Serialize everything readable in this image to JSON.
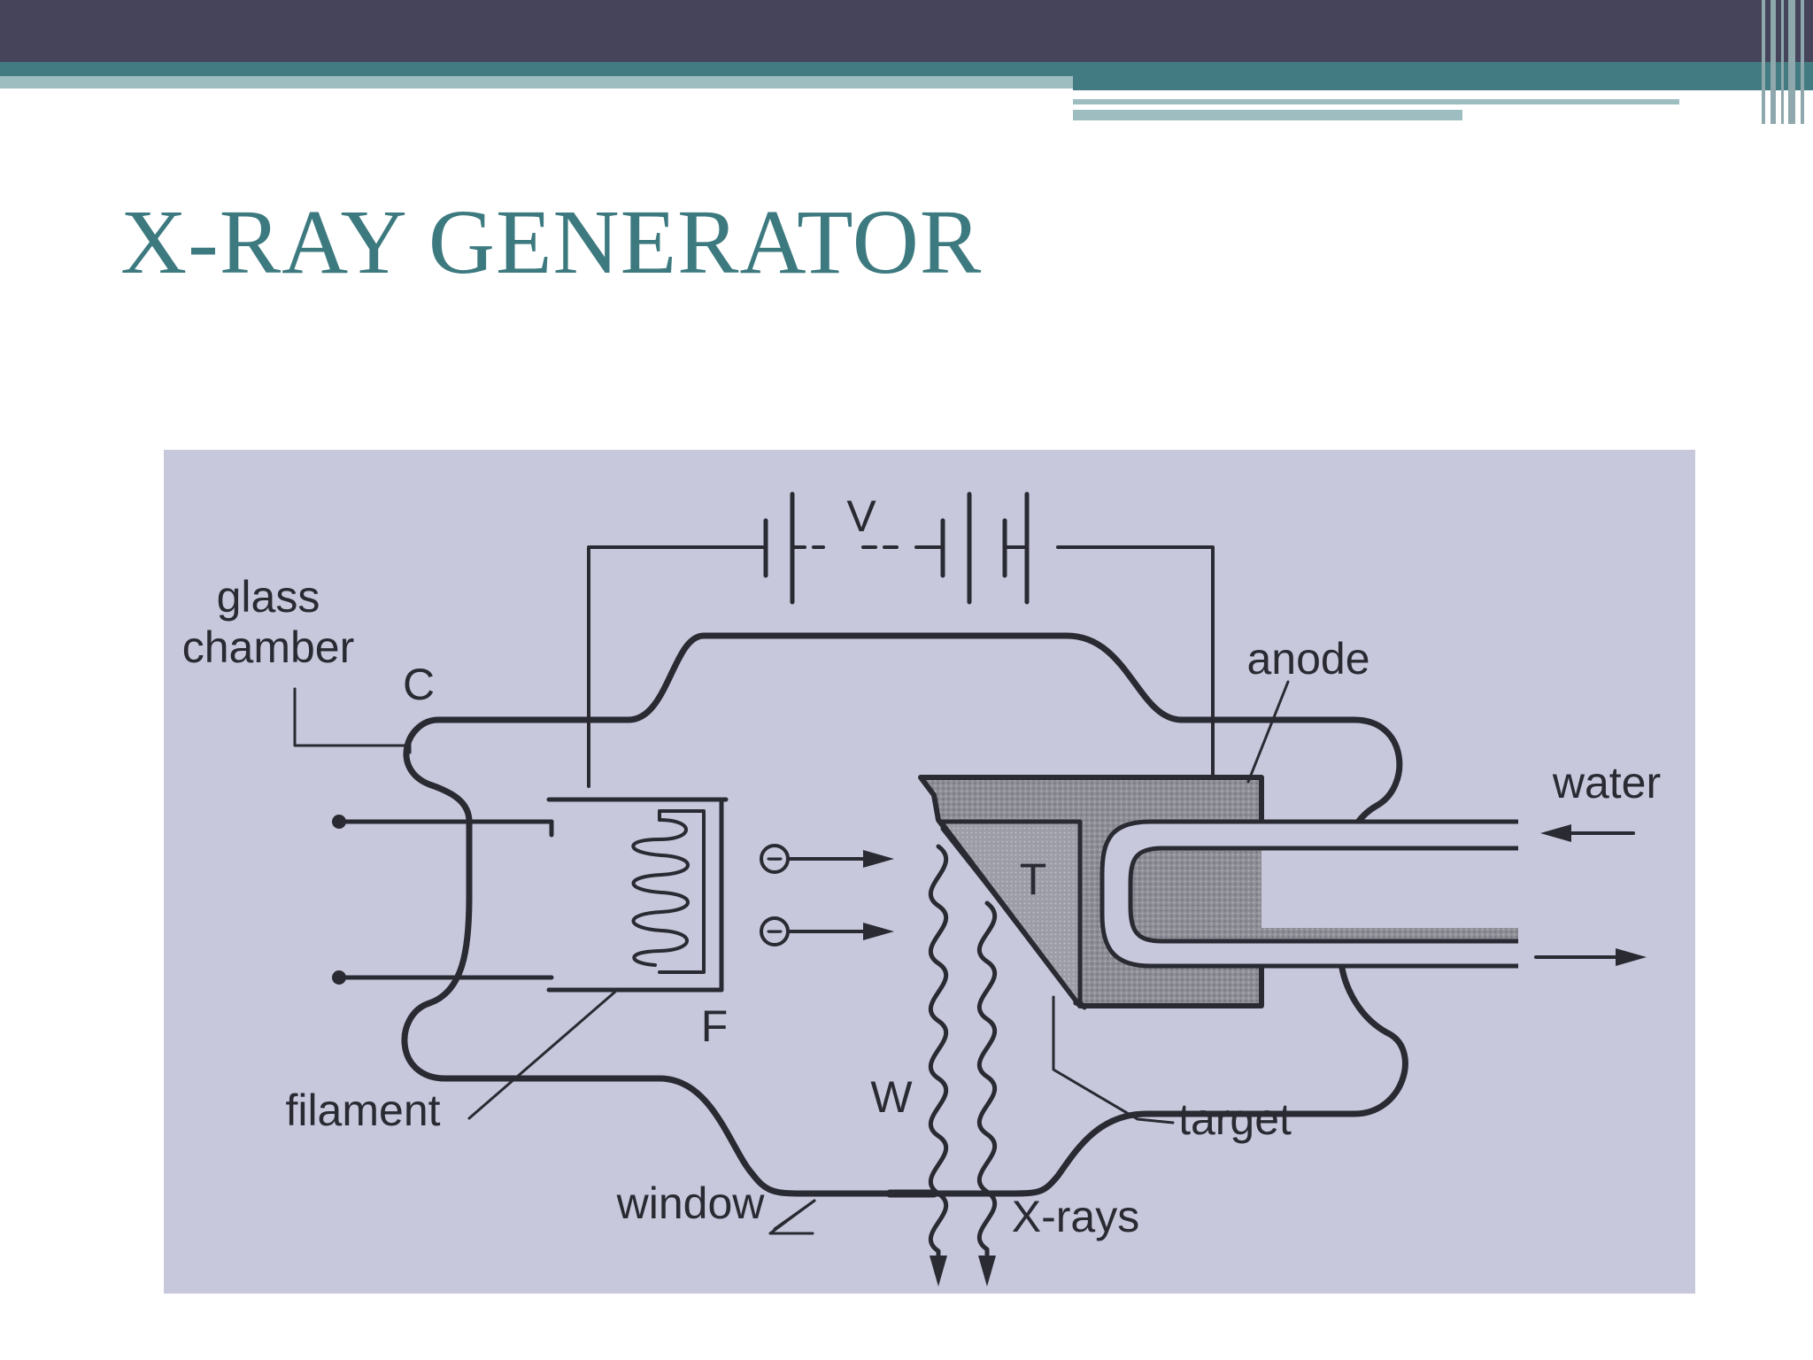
{
  "slide": {
    "title": "X-RAY GENERATOR",
    "colors": {
      "header_dark": "#45445a",
      "accent_teal": "#437b82",
      "accent_light": "#9ebdc1",
      "title": "#3d7a80",
      "diagram_background": "#c7c8dc",
      "line": "#2a2a33",
      "anode_fill": "#8c8c94",
      "target_fill": "#9c9ca6"
    }
  },
  "diagram": {
    "labels": {
      "voltage": "V",
      "glass_line1": "glass",
      "glass_line2": "chamber",
      "cathode": "C",
      "anode": "anode",
      "water": "water",
      "target_letter": "T",
      "filament_letter": "F",
      "filament": "filament",
      "window_letter": "W",
      "target": "target",
      "window": "window",
      "xrays": "X-rays",
      "electron_symbol": "−"
    }
  }
}
